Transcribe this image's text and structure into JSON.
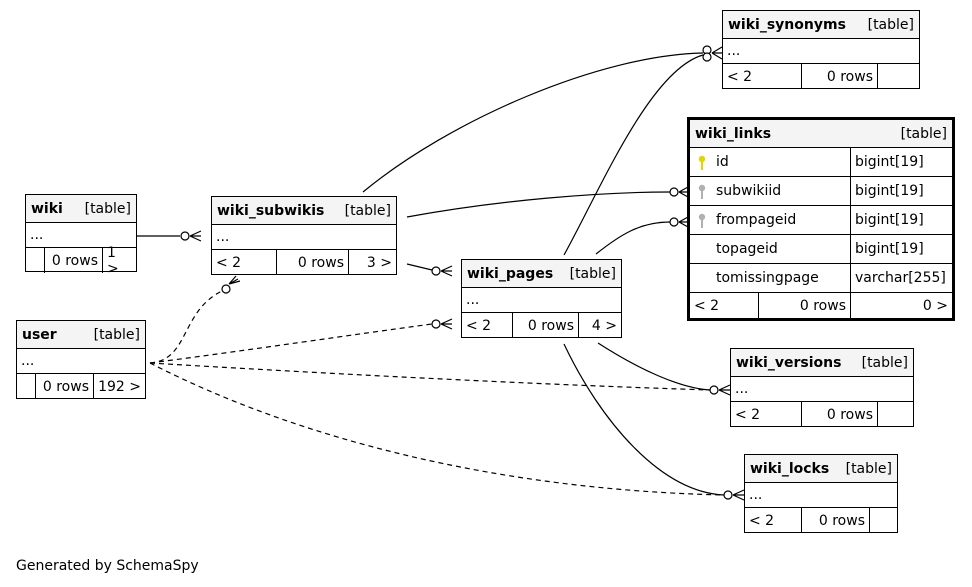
{
  "footer": "Generated by SchemaSpy",
  "type_label": "[table]",
  "tables": {
    "wiki_synonyms": {
      "name": "wiki_synonyms",
      "ellipsis": "...",
      "parents": "< 2",
      "rows": "0 rows",
      "children": ""
    },
    "wiki_links": {
      "name": "wiki_links",
      "columns": [
        {
          "name": "id",
          "type": "bigint[19]",
          "key": "primary"
        },
        {
          "name": "subwikiid",
          "type": "bigint[19]",
          "key": "foreign"
        },
        {
          "name": "frompageid",
          "type": "bigint[19]",
          "key": "foreign"
        },
        {
          "name": "topageid",
          "type": "bigint[19]",
          "key": ""
        },
        {
          "name": "tomissingpage",
          "type": "varchar[255]",
          "key": ""
        }
      ],
      "parents": "< 2",
      "rows": "0 rows",
      "children": "0 >"
    },
    "wiki": {
      "name": "wiki",
      "ellipsis": "...",
      "parents": "",
      "rows": "0 rows",
      "children": "1 >"
    },
    "wiki_subwikis": {
      "name": "wiki_subwikis",
      "ellipsis": "...",
      "parents": "< 2",
      "rows": "0 rows",
      "children": "3 >"
    },
    "wiki_pages": {
      "name": "wiki_pages",
      "ellipsis": "...",
      "parents": "< 2",
      "rows": "0 rows",
      "children": "4 >"
    },
    "user": {
      "name": "user",
      "ellipsis": "...",
      "parents": "",
      "rows": "0 rows",
      "children": "192 >"
    },
    "wiki_versions": {
      "name": "wiki_versions",
      "ellipsis": "...",
      "parents": "< 2",
      "rows": "0 rows",
      "children": ""
    },
    "wiki_locks": {
      "name": "wiki_locks",
      "ellipsis": "...",
      "parents": "< 2",
      "rows": "0 rows",
      "children": ""
    }
  },
  "colors": {
    "primary_key": "#e6d400",
    "foreign_key": "#b0b0b0",
    "header_bg": "#f4f4f4"
  }
}
